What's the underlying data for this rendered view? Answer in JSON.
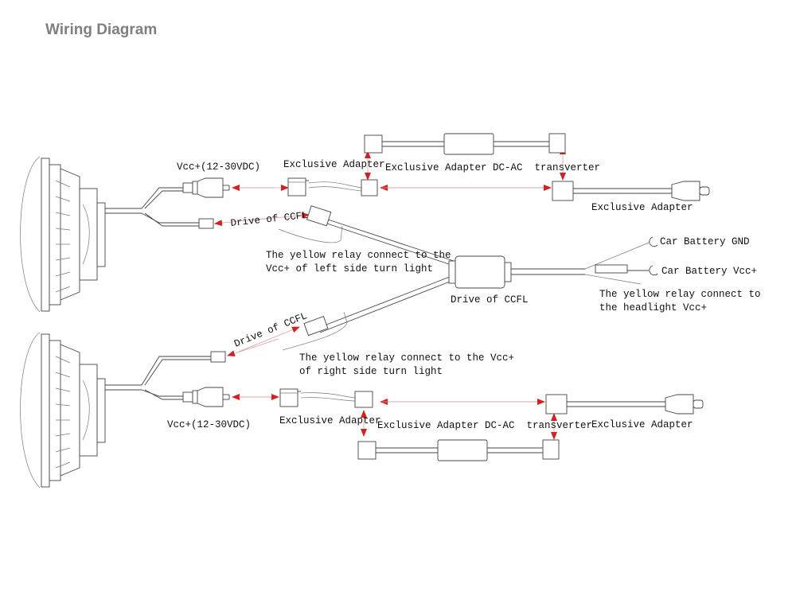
{
  "title": "Wiring Diagram",
  "colors": {
    "title": "#7f7f7f",
    "arrow": "#d42020",
    "line": "#444444"
  },
  "top": {
    "vcc_label": "Vcc+(12-30VDC)",
    "exclusive_adapter_label": "Exclusive Adapter",
    "dcac_label": "Exclusive Adapter DC-AC  transverter",
    "exclusive_adapter_right_label": "Exclusive Adapter",
    "drive_ccfl_label": "Drive of CCFL",
    "yellow_relay_line1": "The yellow relay connect to the",
    "yellow_relay_line2": "Vcc+ of left side turn light"
  },
  "center": {
    "drive_ccfl_label": "Drive of CCFL",
    "gnd_label": "Car Battery GND",
    "vcc_label": "Car Battery Vcc+",
    "relay_line1": "The yellow relay connect to",
    "relay_line2": "the headlight Vcc+"
  },
  "bottom": {
    "drive_ccfl_label": "Drive of CCFL",
    "yellow_relay_line1": "The yellow relay connect to the Vcc+",
    "yellow_relay_line2": "of right side turn light",
    "vcc_label": "Vcc+(12-30VDC)",
    "exclusive_adapter_label": "Exclusive Adapter",
    "dcac_label": "Exclusive Adapter DC-AC  transverter",
    "exclusive_adapter_right_label": "Exclusive Adapter"
  }
}
